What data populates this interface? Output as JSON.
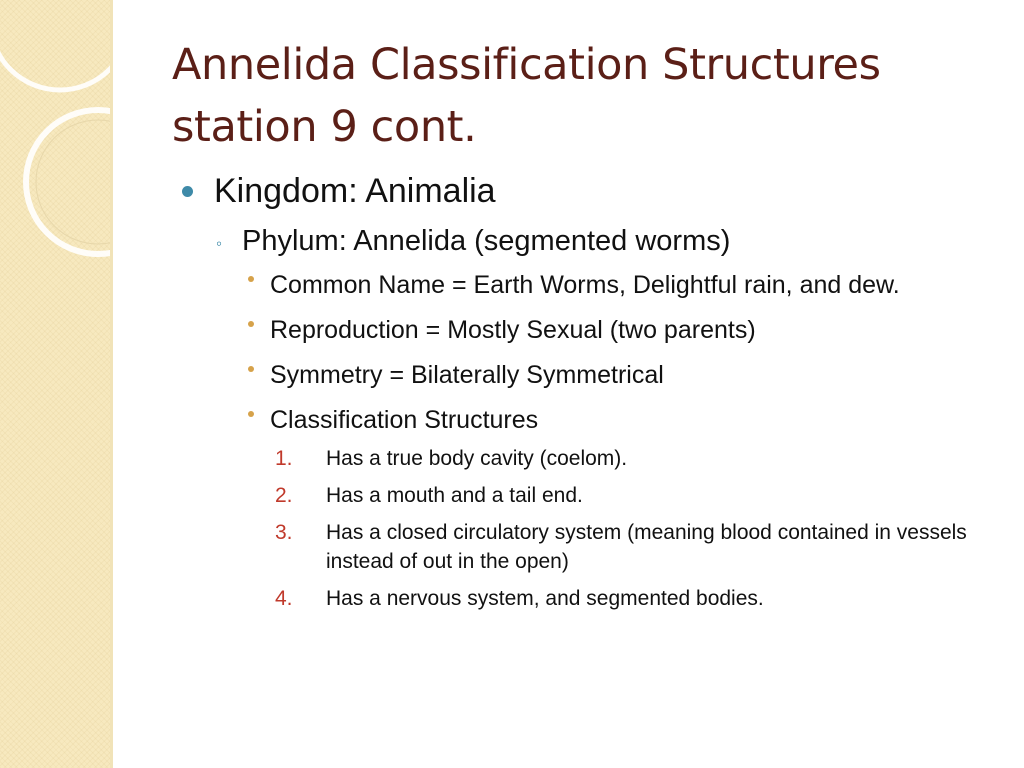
{
  "slide": {
    "title": "Annelida Classification Structures station 9 cont.",
    "kingdom": "Kingdom: Animalia",
    "phylum": "Phylum: Annelida (segmented worms)",
    "details": [
      "Common Name = Earth Worms, Delightful rain, and dew.",
      "Reproduction = Mostly Sexual (two parents)",
      "Symmetry = Bilaterally Symmetrical",
      "Classification Structures"
    ],
    "structures": [
      {
        "num": "1.",
        "text": "Has a true body cavity (coelom)."
      },
      {
        "num": "2.",
        "text": "Has a mouth and a tail end."
      },
      {
        "num": "3.",
        "text": "Has a closed circulatory system (meaning blood contained in vessels instead of out in the open)"
      },
      {
        "num": "4.",
        "text": "Has a nervous system, and segmented bodies."
      }
    ]
  },
  "colors": {
    "title": "#5b1f17",
    "bullet_primary": "#3e8aa8",
    "bullet_secondary": "#d6a24a",
    "number": "#c0392b",
    "sidebar": "#f7e9bf"
  }
}
